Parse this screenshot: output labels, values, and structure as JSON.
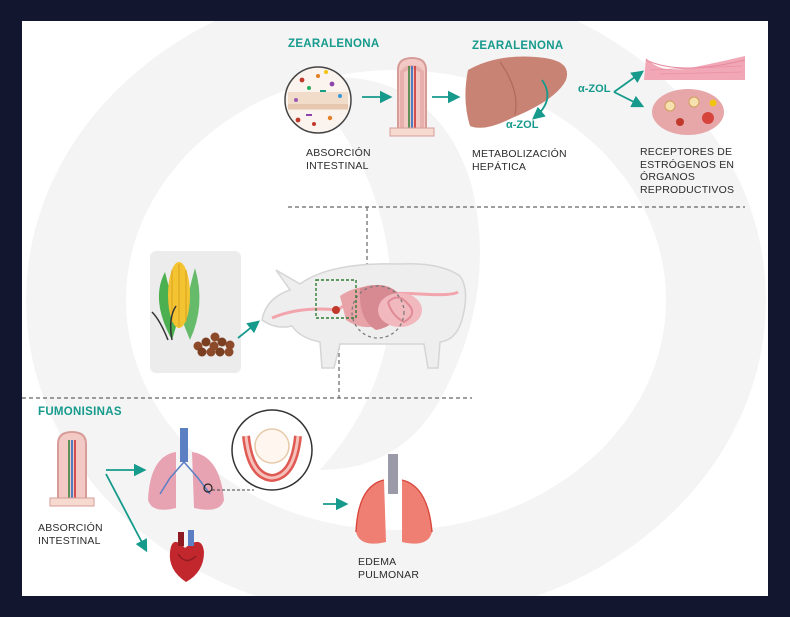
{
  "zea": {
    "title_left": "ZEARALENONA",
    "title_mid": "ZEARALENONA",
    "absorption": "ABSORCIÓN\nINTESTINAL",
    "metabolism": "METABOLIZACIÓN\nHEPÁTICA",
    "receptors": "RECEPTORES DE\nESTRÓGENOS EN\nÓRGANOS\nREPRODUCTIVOS",
    "azol_liver": "α-ZOL",
    "azol_branch": "α-ZOL"
  },
  "fum": {
    "title": "FUMONISINAS",
    "absorption": "ABSORCIÓN\nINTESTINAL",
    "edema": "EDEMA\nPULMONAR"
  },
  "colors": {
    "teal": "#169a8c",
    "navy_frame": "#12162e",
    "text": "#2b2b2b",
    "organ_pink": "#e8a3a8",
    "liver": "#c98375",
    "edema_red": "#e8584f"
  },
  "icons": [
    "intestine-villus-icon",
    "microbe-circle-icon",
    "liver-icon",
    "uterus-icon",
    "ovary-icon",
    "pig-icon",
    "corn-icon",
    "feed-pellets-icon",
    "lungs-icon",
    "heart-icon",
    "alveolus-zoom-icon"
  ]
}
